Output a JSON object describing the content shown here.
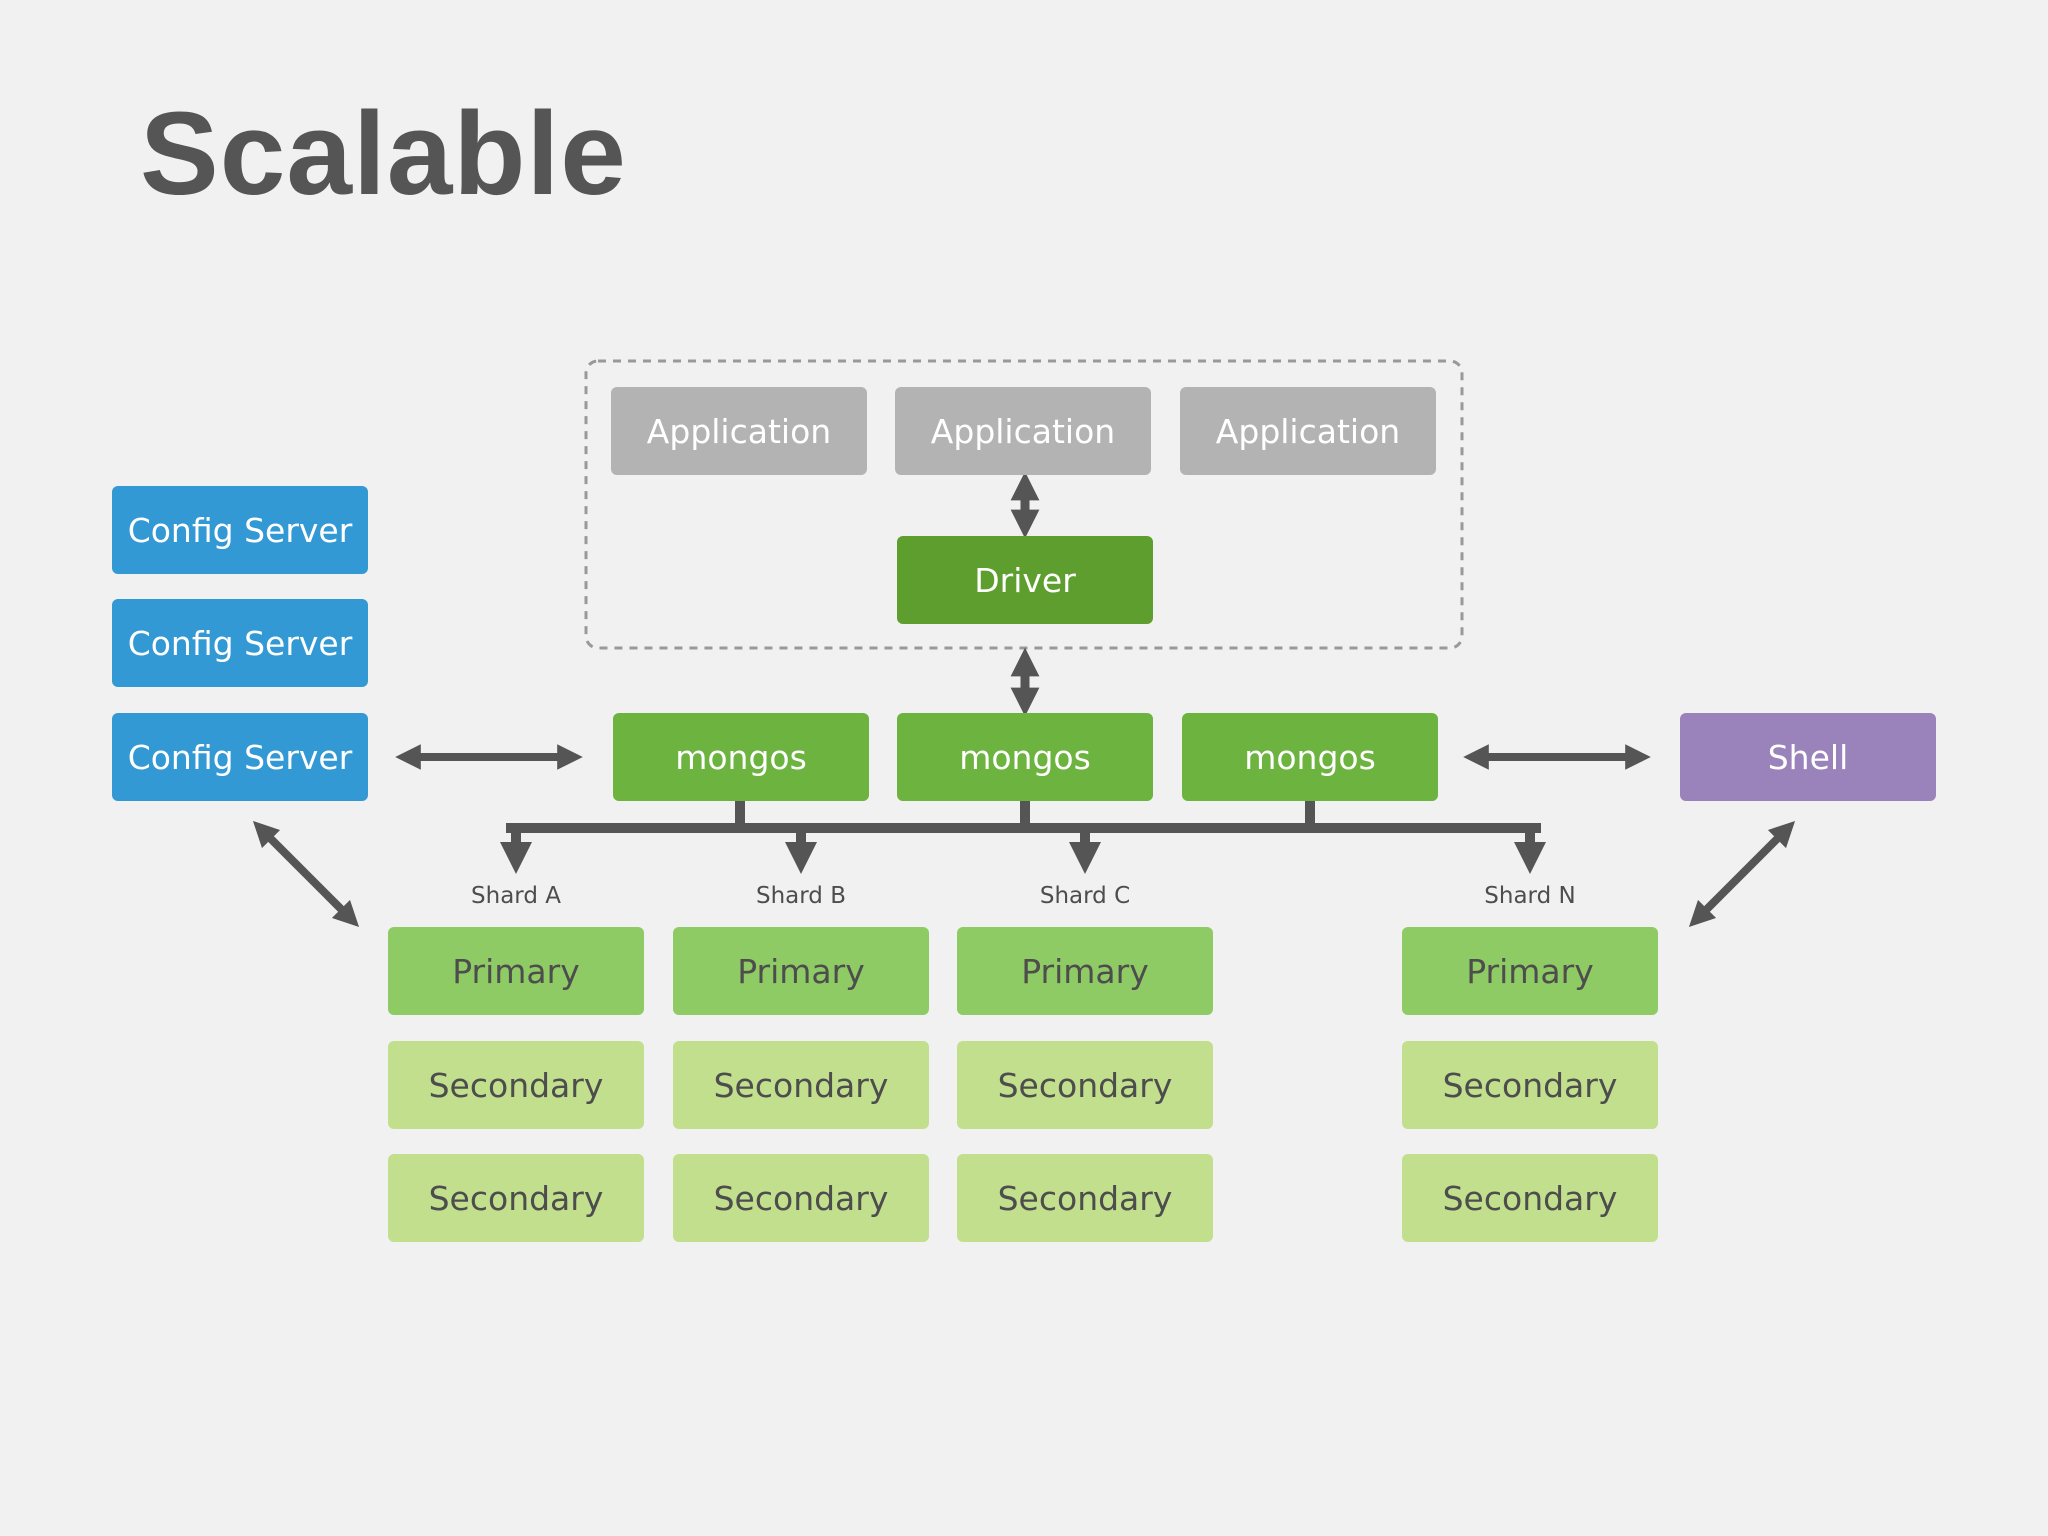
{
  "title": "Scalable",
  "colors": {
    "application": "#b3b3b3",
    "driver": "#5e9e2e",
    "mongos": "#6db33f",
    "config_server": "#3399d4",
    "shell": "#9a82ba",
    "primary": "#8fcb65",
    "secondary": "#c2df8d",
    "connector": "#555555"
  },
  "application_group": {
    "applications": [
      "Application",
      "Application",
      "Application"
    ],
    "driver": "Driver"
  },
  "routers": [
    "mongos",
    "mongos",
    "mongos"
  ],
  "config_servers": [
    "Config Server",
    "Config Server",
    "Config Server"
  ],
  "shell": "Shell",
  "shards": [
    {
      "label": "Shard A",
      "primary": "Primary",
      "secondaries": [
        "Secondary",
        "Secondary"
      ]
    },
    {
      "label": "Shard B",
      "primary": "Primary",
      "secondaries": [
        "Secondary",
        "Secondary"
      ]
    },
    {
      "label": "Shard C",
      "primary": "Primary",
      "secondaries": [
        "Secondary",
        "Secondary"
      ]
    },
    {
      "label": "Shard N",
      "primary": "Primary",
      "secondaries": [
        "Secondary",
        "Secondary"
      ]
    }
  ]
}
